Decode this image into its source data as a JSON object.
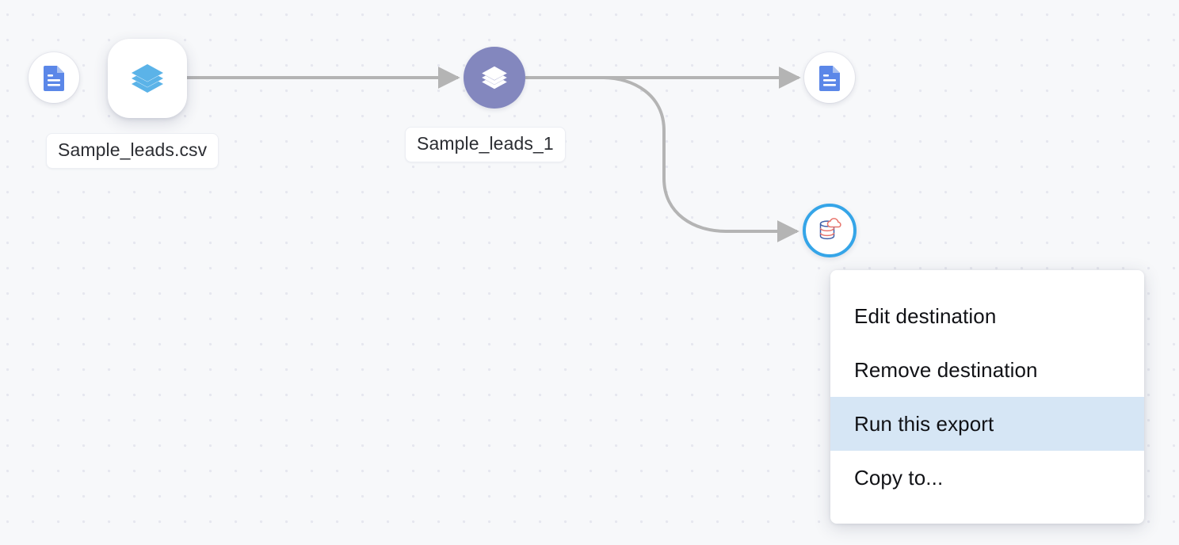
{
  "canvas": {
    "background_color": "#f7f8fa",
    "dot_color": "#e6e7ef",
    "edge_color": "#b4b4b4"
  },
  "nodes": [
    {
      "id": "source-doc",
      "icon": "google-doc-icon",
      "shape": "circle",
      "color": "#5b87e8",
      "label": ""
    },
    {
      "id": "layers-card",
      "icon": "layers-icon",
      "shape": "rounded-square",
      "color": "#5bb3e8",
      "label": "Sample_leads.csv"
    },
    {
      "id": "transform",
      "icon": "layers-icon",
      "shape": "circle",
      "color": "#8387be",
      "label": "Sample_leads_1"
    },
    {
      "id": "output-doc",
      "icon": "google-doc-icon",
      "shape": "circle",
      "color": "#5b87e8",
      "label": ""
    },
    {
      "id": "destination",
      "icon": "cloud-database-icon",
      "shape": "circle",
      "color": "#35a5e8",
      "selected": true,
      "label": ""
    }
  ],
  "labels": {
    "source": "Sample_leads.csv",
    "transform": "Sample_leads_1"
  },
  "context_menu": {
    "highlight_color": "#d6e6f5",
    "items": [
      {
        "label": "Edit destination",
        "active": false
      },
      {
        "label": "Remove destination",
        "active": false
      },
      {
        "label": "Run this export",
        "active": true
      },
      {
        "label": "Copy to...",
        "active": false
      }
    ]
  }
}
